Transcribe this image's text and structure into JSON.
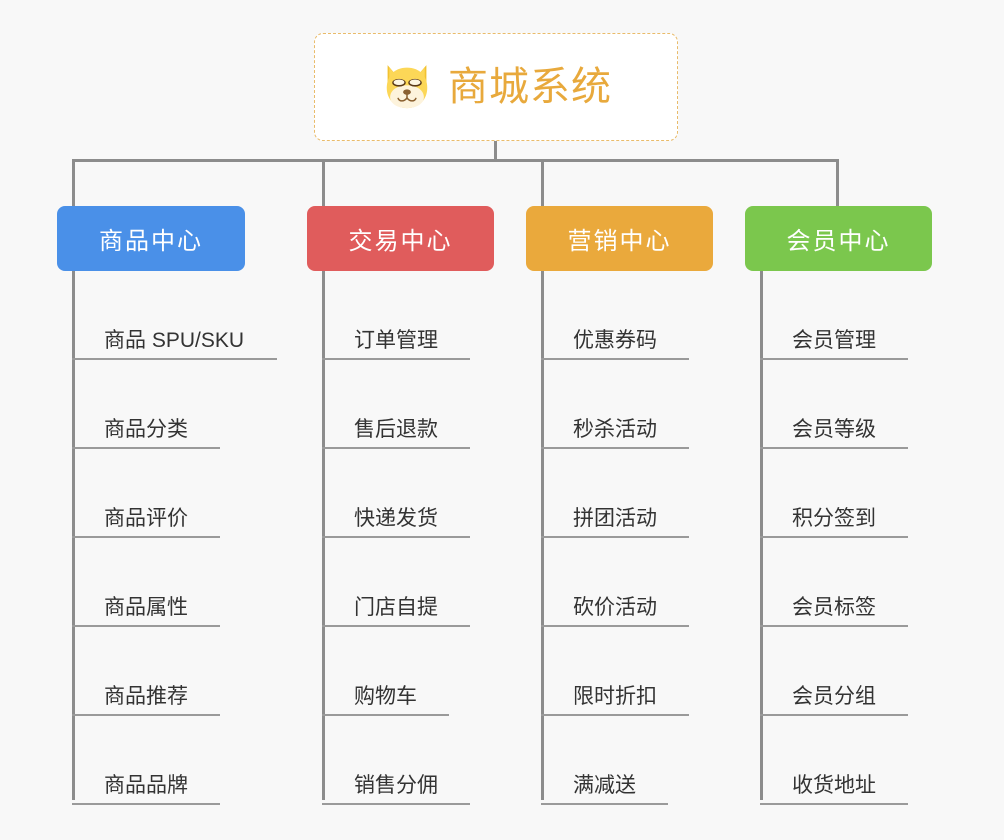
{
  "background_color": "#f8f8f8",
  "root": {
    "title": "商城系统",
    "icon": "shiba-dog-face-emoji",
    "title_color": "#e8a93c",
    "border_color": "#e9bb6a"
  },
  "branches": [
    {
      "label": "商品中心",
      "color": "#4a90e8",
      "items": [
        {
          "label": "商品 SPU/SKU",
          "rule_width": 205
        },
        {
          "label": "商品分类",
          "rule_width": 148
        },
        {
          "label": "商品评价",
          "rule_width": 148
        },
        {
          "label": "商品属性",
          "rule_width": 148
        },
        {
          "label": "商品推荐",
          "rule_width": 148
        },
        {
          "label": "商品品牌",
          "rule_width": 148
        }
      ]
    },
    {
      "label": "交易中心",
      "color": "#e05c5c",
      "items": [
        {
          "label": "订单管理",
          "rule_width": 148
        },
        {
          "label": "售后退款",
          "rule_width": 148
        },
        {
          "label": "快递发货",
          "rule_width": 148
        },
        {
          "label": "门店自提",
          "rule_width": 148
        },
        {
          "label": "购物车",
          "rule_width": 127
        },
        {
          "label": "销售分佣",
          "rule_width": 148
        }
      ]
    },
    {
      "label": "营销中心",
      "color": "#eaa93c",
      "items": [
        {
          "label": "优惠券码",
          "rule_width": 148
        },
        {
          "label": "秒杀活动",
          "rule_width": 148
        },
        {
          "label": "拼团活动",
          "rule_width": 148
        },
        {
          "label": "砍价活动",
          "rule_width": 148
        },
        {
          "label": "限时折扣",
          "rule_width": 148
        },
        {
          "label": "满减送",
          "rule_width": 127
        }
      ]
    },
    {
      "label": "会员中心",
      "color": "#7bc74d",
      "items": [
        {
          "label": "会员管理",
          "rule_width": 148
        },
        {
          "label": "会员等级",
          "rule_width": 148
        },
        {
          "label": "积分签到",
          "rule_width": 148
        },
        {
          "label": "会员标签",
          "rule_width": 148
        },
        {
          "label": "会员分组",
          "rule_width": 148
        },
        {
          "label": "收货地址",
          "rule_width": 148
        }
      ]
    }
  ]
}
